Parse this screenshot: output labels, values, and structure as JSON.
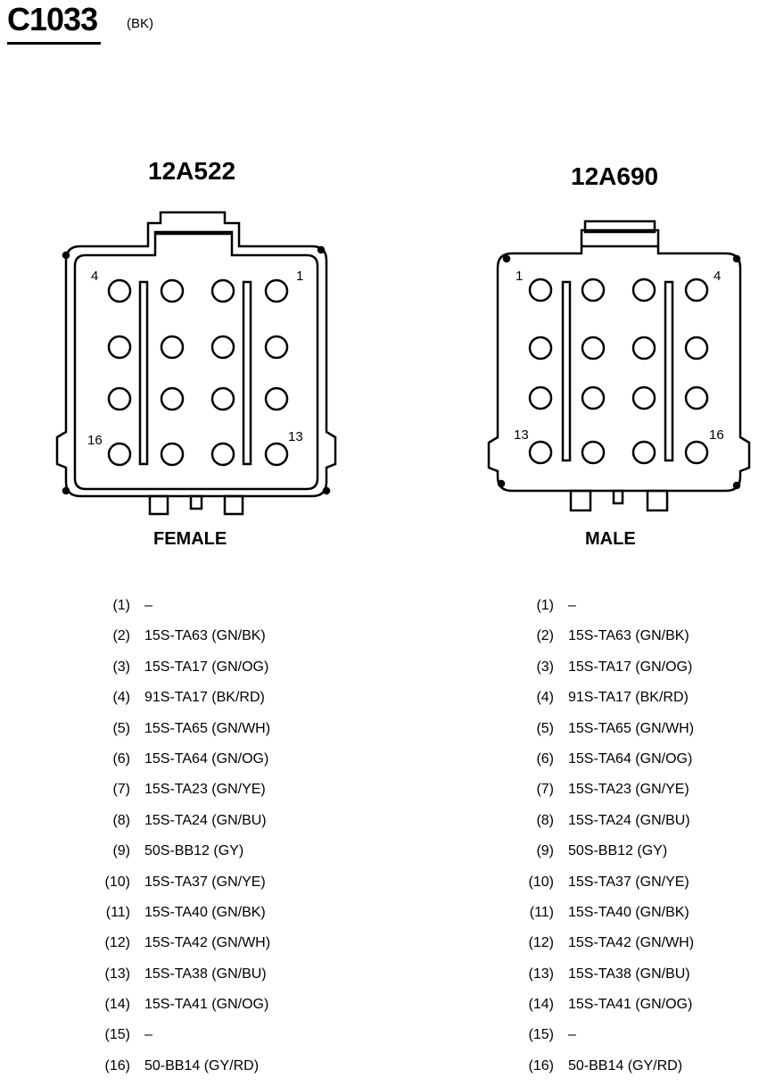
{
  "connector": {
    "id": "C1033",
    "color": "(BK)"
  },
  "female": {
    "part_number": "12A522",
    "label": "FEMALE",
    "corner_labels": {
      "top_left": "4",
      "top_right": "1",
      "bottom_left": "16",
      "bottom_right": "13"
    }
  },
  "male": {
    "part_number": "12A690",
    "label": "MALE",
    "corner_labels": {
      "top_left": "1",
      "top_right": "4",
      "bottom_left": "13",
      "bottom_right": "16"
    }
  },
  "pins": [
    {
      "num": "(1)",
      "circuit": "–"
    },
    {
      "num": "(2)",
      "circuit": "15S-TA63 (GN/BK)"
    },
    {
      "num": "(3)",
      "circuit": "15S-TA17 (GN/OG)"
    },
    {
      "num": "(4)",
      "circuit": "91S-TA17 (BK/RD)"
    },
    {
      "num": "(5)",
      "circuit": "15S-TA65 (GN/WH)"
    },
    {
      "num": "(6)",
      "circuit": "15S-TA64 (GN/OG)"
    },
    {
      "num": "(7)",
      "circuit": "15S-TA23 (GN/YE)"
    },
    {
      "num": "(8)",
      "circuit": "15S-TA24 (GN/BU)"
    },
    {
      "num": "(9)",
      "circuit": "50S-BB12 (GY)"
    },
    {
      "num": "(10)",
      "circuit": "15S-TA37 (GN/YE)"
    },
    {
      "num": "(11)",
      "circuit": "15S-TA40 (GN/BK)"
    },
    {
      "num": "(12)",
      "circuit": "15S-TA42 (GN/WH)"
    },
    {
      "num": "(13)",
      "circuit": "15S-TA38 (GN/BU)"
    },
    {
      "num": "(14)",
      "circuit": "15S-TA41 (GN/OG)"
    },
    {
      "num": "(15)",
      "circuit": "–"
    },
    {
      "num": "(16)",
      "circuit": "50-BB14 (GY/RD)"
    }
  ]
}
